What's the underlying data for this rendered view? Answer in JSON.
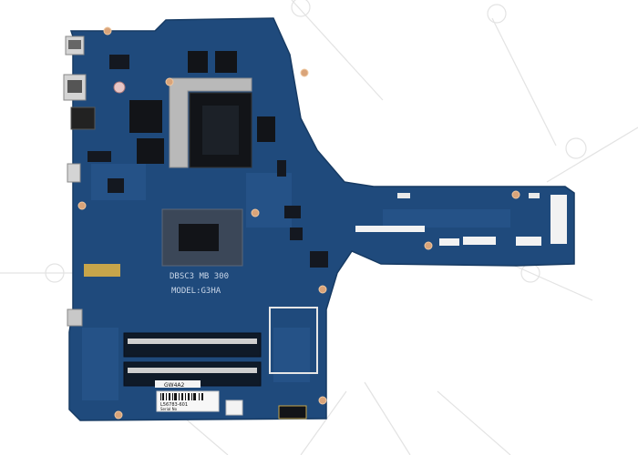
{
  "image": {
    "subject": "laptop-motherboard",
    "colors": {
      "background": "#ffffff",
      "pcb": "#1f4a7c",
      "pcb_dark": "#173b66",
      "watermark": "#e2e2e2",
      "chip": "#111418",
      "heatspreader": "#b9b9b9",
      "gold": "#c7a54a",
      "silver": "#d4d4d4"
    },
    "silkscreen": {
      "board_text": "DBSC3 MB 300",
      "model_text": "MODEL:G3HA",
      "sticker_small": "GW4A2",
      "barcode_label_line1": "L56783-601",
      "barcode_label_line2": "Serial No"
    }
  }
}
